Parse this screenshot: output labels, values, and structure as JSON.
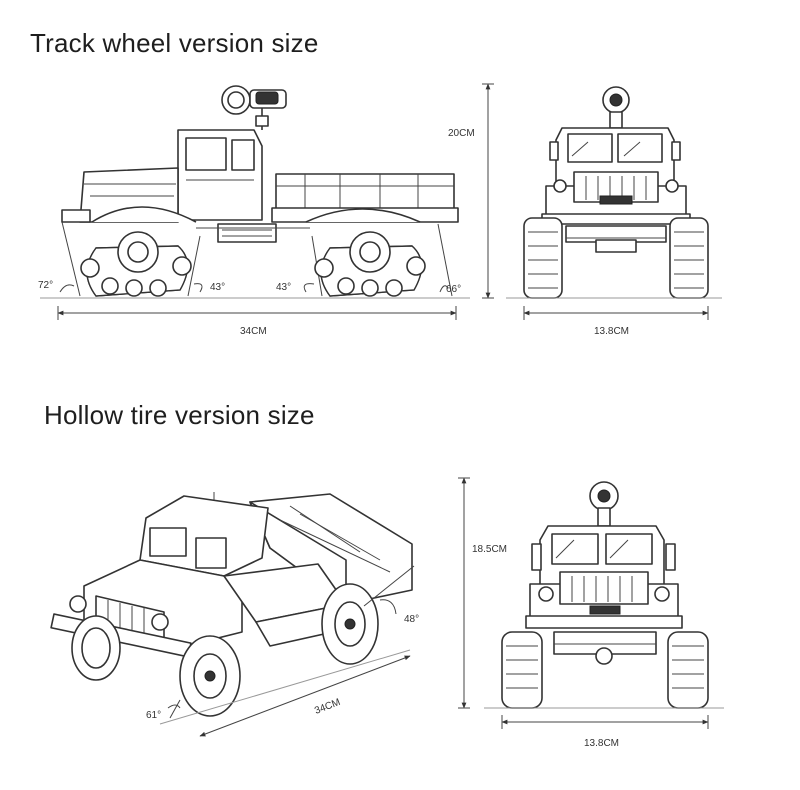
{
  "sections": [
    {
      "title": "Track wheel version size",
      "side_view": {
        "length_label": "34CM",
        "angles": [
          "72°",
          "43°",
          "43°",
          "66°"
        ]
      },
      "front_view": {
        "height_label": "20CM",
        "width_label": "13.8CM"
      }
    },
    {
      "title": "Hollow tire version size",
      "iso_view": {
        "length_label": "34CM",
        "angles": [
          "61°",
          "48°"
        ]
      },
      "front_view": {
        "height_label": "18.5CM",
        "width_label": "13.8CM"
      }
    }
  ]
}
